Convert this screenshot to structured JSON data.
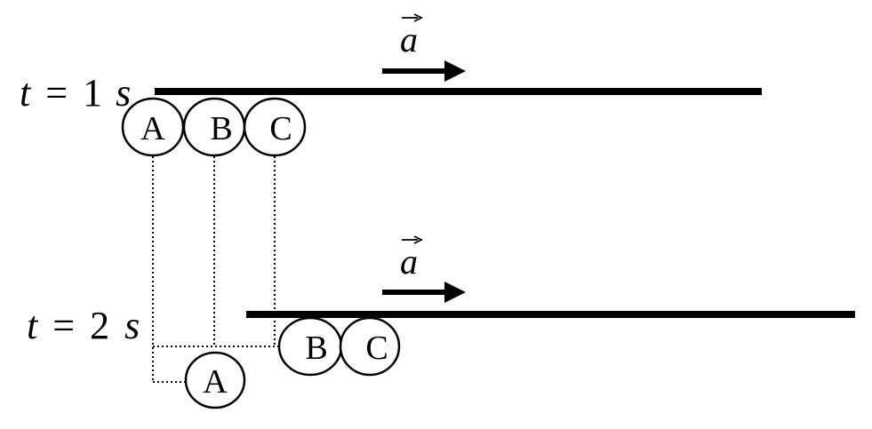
{
  "rows": [
    {
      "time_variable": "t",
      "time_equals": "=",
      "time_value": "1",
      "time_unit": "s",
      "accel_symbol": "a",
      "balls": [
        "A",
        "B",
        "C"
      ]
    },
    {
      "time_variable": "t",
      "time_equals": "=",
      "time_value": "2",
      "time_unit": "s",
      "accel_symbol": "a",
      "balls": [
        "B",
        "C",
        "A"
      ]
    }
  ]
}
